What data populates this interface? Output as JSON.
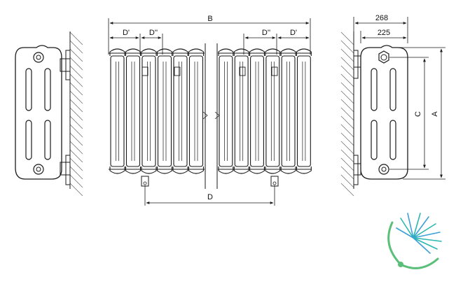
{
  "dimensions": {
    "overall_width": "B",
    "section_pitch_1": "D'",
    "section_pitch_2": "D''",
    "connection_spacing": "D",
    "depth_full": "268",
    "depth_body": "225",
    "height_total": "A",
    "height_centers": "C"
  },
  "colors": {
    "line": "#1a1a1a",
    "logo_teal": "#29b8b0",
    "logo_blue": "#3aa0d8",
    "logo_green": "#5bbf7a"
  },
  "icons": {
    "logo": "dandelion-logo-icon"
  }
}
